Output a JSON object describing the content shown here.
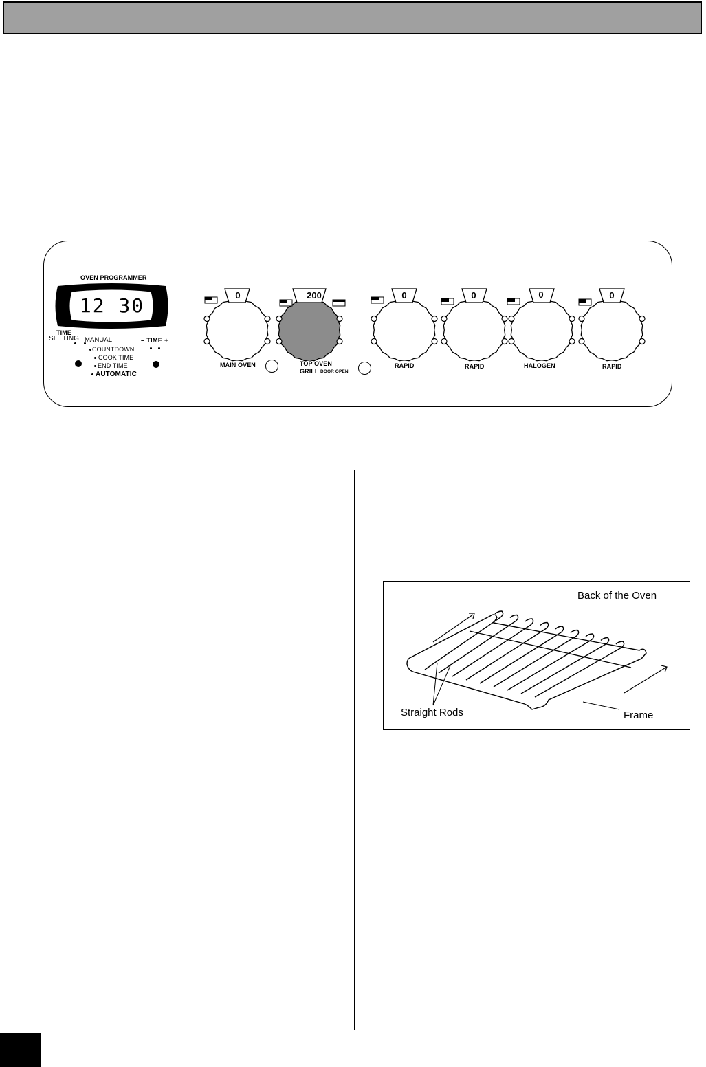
{
  "control_panel": {
    "programmer": {
      "title": "OVEN PROGRAMMER",
      "display_time": "12 30",
      "time_setting_label_1": "TIME",
      "time_setting_label_2": "SETTING",
      "modes": [
        "MANUAL",
        "COUNTDOWN",
        "COOK TIME",
        "END TIME",
        "AUTOMATIC"
      ],
      "time_adjust_label": "– TIME +"
    },
    "knobs": [
      {
        "value": "0",
        "label": "MAIN OVEN",
        "filled": false
      },
      {
        "value": "200",
        "label_line1": "TOP OVEN",
        "label_line2": "GRILL",
        "label_small": "DOOR OPEN",
        "filled": true,
        "fill_color": "#8c8c8c"
      },
      {
        "value": "0",
        "label": "RAPID",
        "filled": false
      },
      {
        "value": "0",
        "label": "RAPID",
        "filled": false
      },
      {
        "value": "0",
        "label": "HALOGEN",
        "filled": false
      },
      {
        "value": "0",
        "label": "RAPID",
        "filled": false
      }
    ]
  },
  "rack_figure": {
    "back_label": "Back of the Oven",
    "rods_label": "Straight Rods",
    "frame_label": "Frame"
  }
}
